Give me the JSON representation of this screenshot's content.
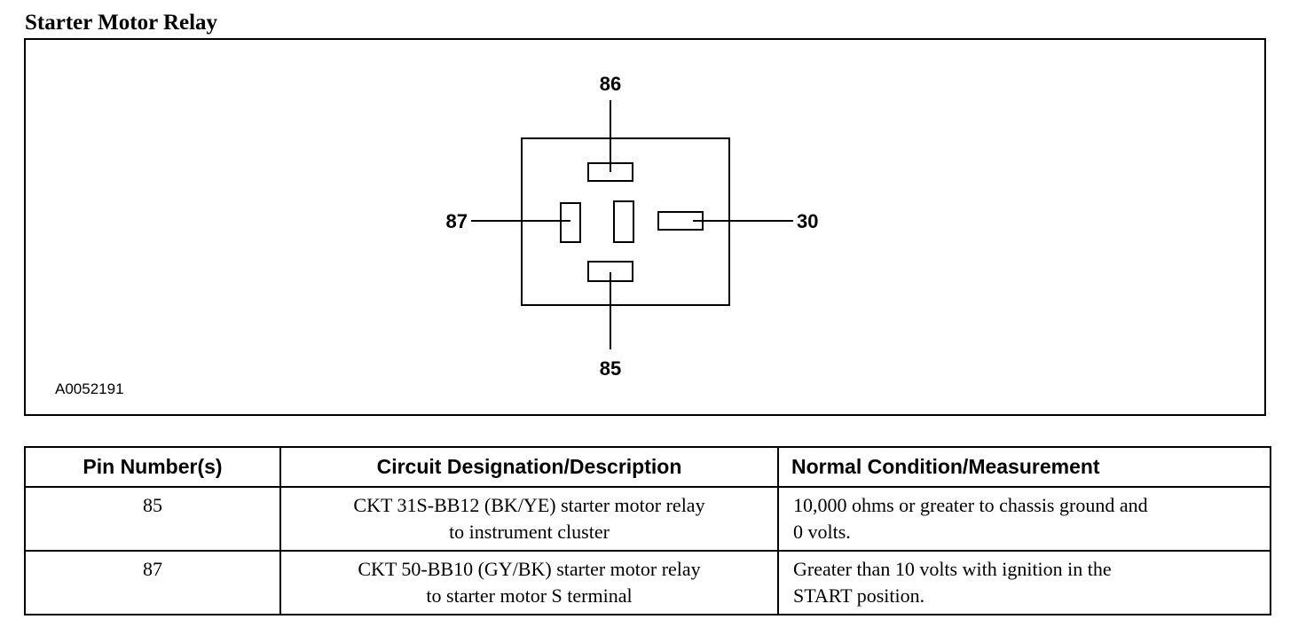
{
  "title": "Starter Motor Relay",
  "diagram": {
    "figure_id": "A0052191",
    "pins": {
      "top": "86",
      "left": "87",
      "right": "30",
      "bottom": "85"
    }
  },
  "table": {
    "headers": {
      "pin": "Pin Number(s)",
      "circuit": "Circuit Designation/Description",
      "condition": "Normal Condition/Measurement"
    },
    "rows": [
      {
        "pin": "85",
        "circuit_line1": "CKT 31S-BB12 (BK/YE) starter motor relay",
        "circuit_line2": "to instrument cluster",
        "condition_line1": "10,000 ohms or greater to chassis ground and",
        "condition_line2": "0 volts."
      },
      {
        "pin": "87",
        "circuit_line1": "CKT 50-BB10 (GY/BK) starter motor relay",
        "circuit_line2": "to starter motor S terminal",
        "condition_line1": "Greater than 10 volts with ignition in the",
        "condition_line2": "START position."
      }
    ]
  }
}
